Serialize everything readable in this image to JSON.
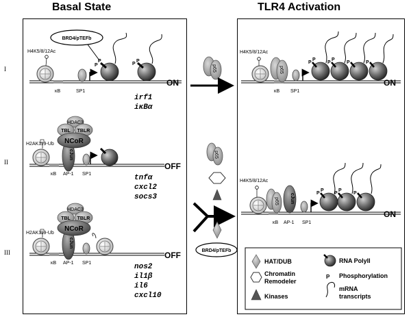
{
  "titles": {
    "left": "Basal State",
    "right": "TLR4 Activation"
  },
  "rows": [
    "I",
    "II",
    "III"
  ],
  "labels": {
    "h4k": "H4K5/8/12Ac",
    "h2ak": "H2AK119-Ub",
    "brd4": "BRD4/pTEFb",
    "kb": "κB",
    "sp1": "SP1",
    "ap1": "AP-1",
    "hdac3": "HDAC3",
    "tbl": "TBL",
    "tblr": "TBLR",
    "ncor": "NCoR",
    "cjun": "cJun",
    "p65": "p65",
    "p": "P"
  },
  "states": {
    "on": "ON",
    "off": "OFF"
  },
  "genes": {
    "row1": [
      "irf1",
      "iκBα"
    ],
    "row2": [
      "tnfα",
      "cxcl2",
      "socs3"
    ],
    "row3": [
      "nos2",
      "il1β",
      "il6",
      "cxcl10"
    ]
  },
  "legend": {
    "hat": "HAT/DUB",
    "chromatin1": "Chromatin",
    "chromatin2": "Remodeler",
    "kinases": "Kinases",
    "polii": "RNA PolyII",
    "phos": "Phosphorylation",
    "mrna1": "mRNA",
    "mrna2": "transcripts"
  }
}
